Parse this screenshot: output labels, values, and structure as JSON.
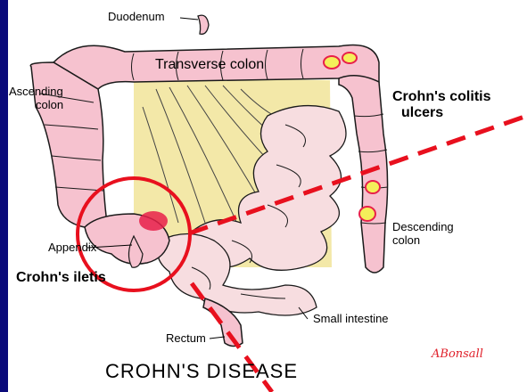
{
  "diagram": {
    "title": "CROHN'S DISEASE",
    "labels": {
      "duodenum": "Duodenum",
      "transverse_colon": "Transverse colon",
      "ascending_colon_line1": "Ascending",
      "ascending_colon_line2": "colon",
      "colitis_line1": "Crohn's colitis",
      "colitis_line2": "ulcers",
      "descending_colon_line1": "Descending",
      "descending_colon_line2": "colon",
      "appendix": "Appendix",
      "ileitis": "Crohn's iletis",
      "small_intestine": "Small intestine",
      "rectum": "Rectum"
    },
    "signature": "ABonsall"
  },
  "colors": {
    "background": "#0a0a7a",
    "panel": "#ffffff",
    "colon_fill": "#f6c2cf",
    "colon_stroke": "#1a1a1a",
    "mesentery": "#f3e8a8",
    "intestine_fill": "#f7dde0",
    "ulcer_yellow": "#f4ef5a",
    "inflammation": "#e8204a",
    "highlight_red": "#e8101e"
  }
}
